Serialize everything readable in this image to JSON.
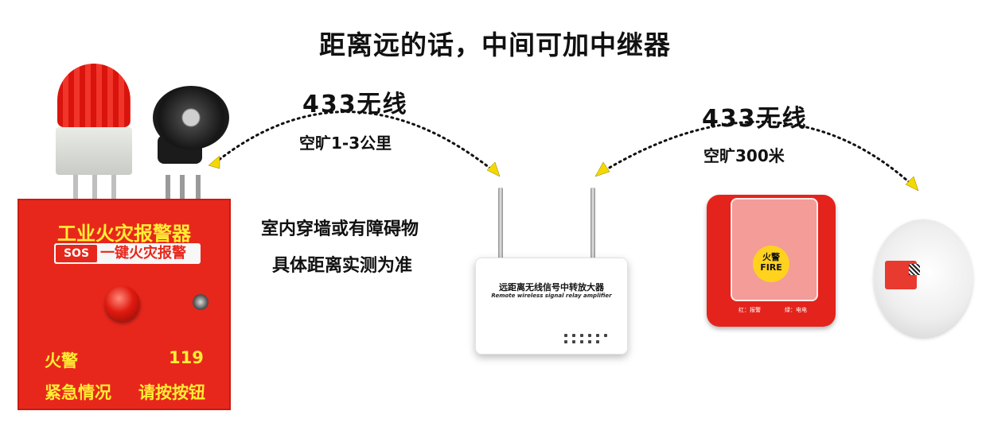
{
  "headline": "距离远的话，中间可加中继器",
  "left_link": {
    "title": "433无线",
    "range": "空旷1-3公里"
  },
  "right_link": {
    "title": "433无线",
    "range": "空旷300米"
  },
  "note": {
    "line1": "室内穿墙或有障碍物",
    "line2": "具体距离实测为准"
  },
  "alarm_panel": {
    "title": "工业火灾报警器",
    "sos_tag": "SOS",
    "sos_text": "一键火灾报警",
    "label_fire": "火警",
    "label_number": "119",
    "label_emergency": "紧急情况",
    "label_press": "请按按钮"
  },
  "repeater": {
    "label_cn": "远距离无线信号中转放大器",
    "label_en": "Remote wireless signal relay amplifier"
  },
  "call_point": {
    "button_cn": "火警",
    "button_en": "FIRE",
    "footer_left": "红：报警",
    "footer_right": "绿：电电"
  },
  "colors": {
    "panel_red": "#e8271c",
    "panel_text_yellow": "#ffee33",
    "call_point_button": "#ffd21e",
    "arrow_yellow": "#f5d800"
  }
}
